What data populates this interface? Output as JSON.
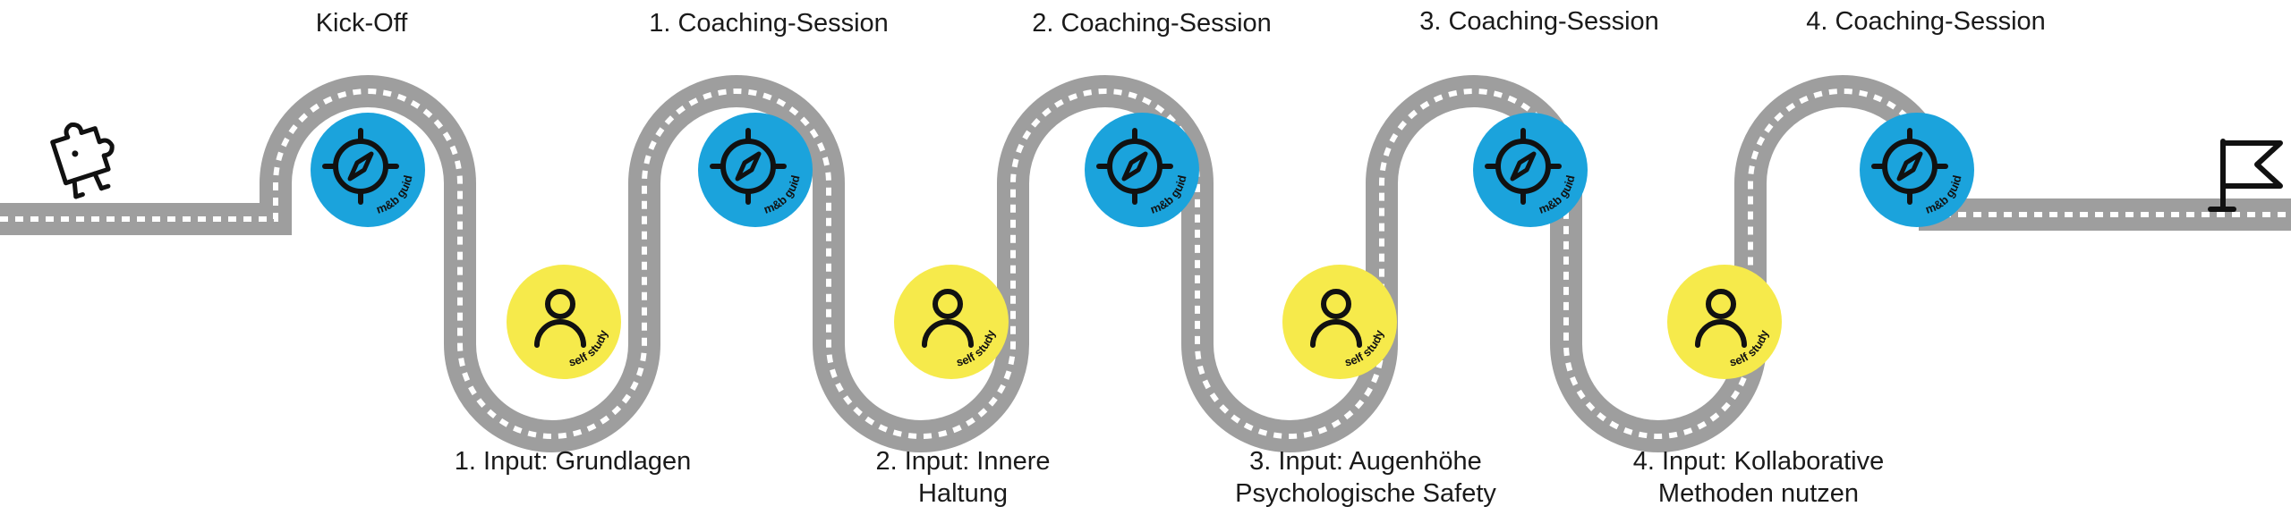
{
  "colors": {
    "road": "#9e9e9e",
    "road_dash": "#ffffff",
    "guidance_circle": "#1ba3dc",
    "self_study_circle": "#f6ea4b",
    "icon": "#111111",
    "text": "#1a1a1a"
  },
  "start": {
    "icon": "puzzle-piece-character-icon"
  },
  "finish": {
    "icon": "flag-icon"
  },
  "sessions": [
    {
      "title": "Kick-Off",
      "badge": "m&b guidance",
      "icon": "compass-icon"
    },
    {
      "title": "1. Coaching-Session",
      "badge": "m&b guidance",
      "icon": "compass-icon"
    },
    {
      "title": "2. Coaching-Session",
      "badge": "m&b guidance",
      "icon": "compass-icon"
    },
    {
      "title": "3. Coaching-Session",
      "badge": "m&b guidance",
      "icon": "compass-icon"
    },
    {
      "title": "4. Coaching-Session",
      "badge": "m&b guidance",
      "icon": "compass-icon"
    }
  ],
  "inputs": [
    {
      "label": "1. Input: Grundlagen",
      "badge": "self study",
      "icon": "person-icon"
    },
    {
      "label": "2. Input: Innere\nHaltung",
      "badge": "self study",
      "icon": "person-icon"
    },
    {
      "label": "3. Input: Augenhöhe\nPsychologische Safety",
      "badge": "self study",
      "icon": "person-icon"
    },
    {
      "label": "4. Input: Kollaborative\nMethoden nutzen",
      "badge": "self study",
      "icon": "person-icon"
    }
  ]
}
